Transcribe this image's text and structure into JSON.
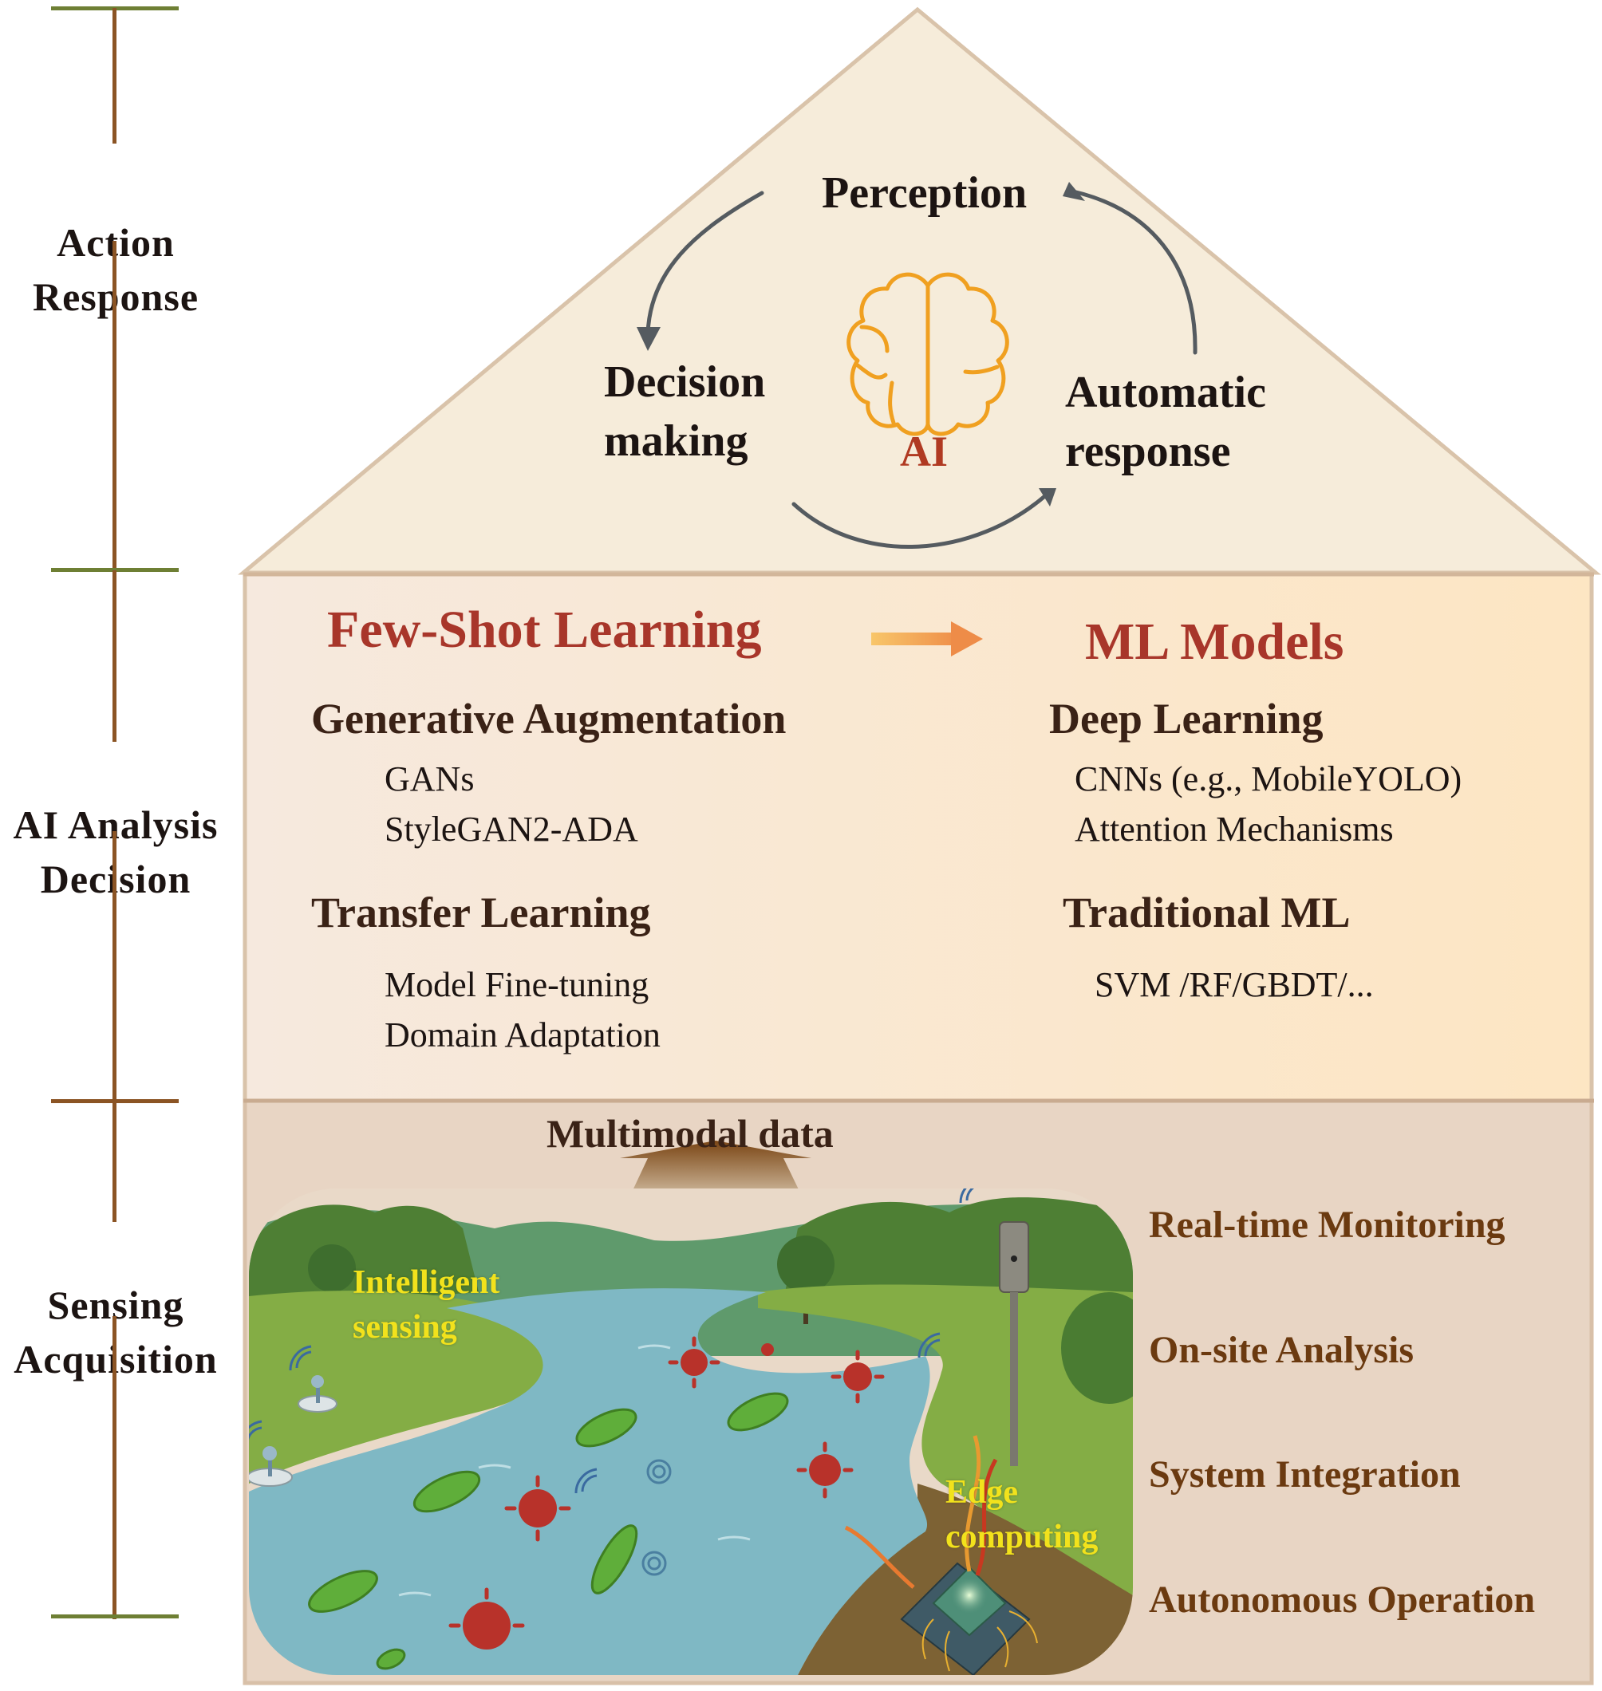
{
  "axis": {
    "labels": [
      {
        "line1": "Action",
        "line2": "Response"
      },
      {
        "line1": "AI Analysis",
        "line2": "Decision"
      },
      {
        "line1": "Sensing",
        "line2": "Acquisition"
      }
    ],
    "colors": {
      "line": "#8b5424",
      "tick_green": "#6e7f34",
      "tick_brown": "#8b5424"
    }
  },
  "roof": {
    "cycle": {
      "perception": "Perception",
      "decision": {
        "line1": "Decision",
        "line2": "making"
      },
      "response": {
        "line1": "Automatic",
        "line2": "response"
      },
      "center": "AI"
    },
    "icons": [
      "brain-icon",
      "cycle-arrow-icon"
    ],
    "colors": {
      "fill": "#f6ecda",
      "border": "#d9c3aa",
      "brain": "#f0a020",
      "arrows": "#555b60",
      "ai": "#b03a22"
    }
  },
  "middle": {
    "left_title": "Few-Shot Learning",
    "right_title": "ML Models",
    "left_groups": [
      {
        "heading": "Generative Augmentation",
        "items": [
          "GANs",
          "StyleGAN2-ADA"
        ]
      },
      {
        "heading": "Transfer Learning",
        "items": [
          "Model Fine-tuning",
          "Domain Adaptation"
        ]
      }
    ],
    "right_groups": [
      {
        "heading": "Deep Learning",
        "items": [
          "CNNs (e.g., MobileYOLO)",
          "Attention Mechanisms"
        ]
      },
      {
        "heading": "Traditional ML",
        "items": [
          "SVM /RF/GBDT/..."
        ]
      }
    ],
    "colors": {
      "title": "#a8362a",
      "heading": "#3a2216",
      "arrow": "#f0a050",
      "bg_left": "#f7eadd",
      "bg_right": "#fde7c5"
    }
  },
  "bottom": {
    "multimodal_label": "Multimodal data",
    "scene_labels": {
      "sensing": {
        "line1": "Intelligent",
        "line2": "sensing"
      },
      "edge": {
        "line1": "Edge",
        "line2": "computing"
      }
    },
    "features": [
      "Real-time Monitoring",
      "On-site Analysis",
      "System Integration",
      "Autonomous Operation"
    ],
    "colors": {
      "bg": "#e8d5c4",
      "feature_text": "#6b3a10",
      "scene_label": "#f2e21c"
    }
  }
}
